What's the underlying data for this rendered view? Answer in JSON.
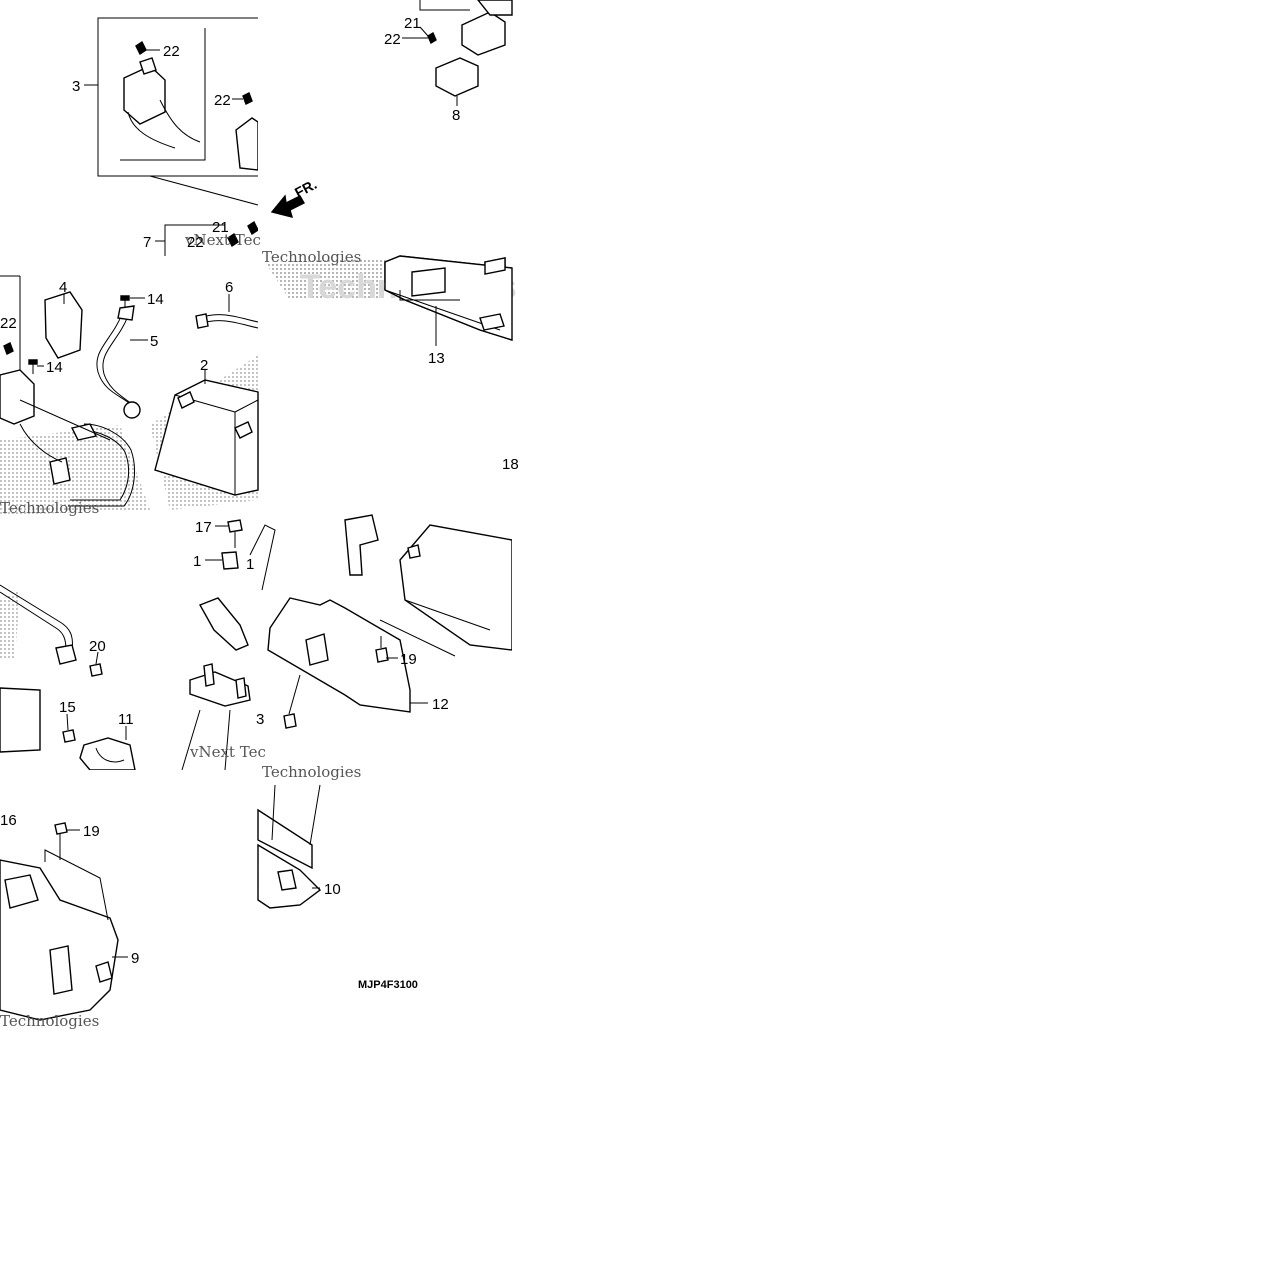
{
  "diagram_code": "MJP4F3100",
  "direction_label": "FR.",
  "watermark": {
    "lines": [
      "vNext Tec",
      "vNext Tec",
      "Technologies",
      "Technologies",
      "Technologies",
      "Technologies",
      "Technologies",
      "Technologies"
    ]
  },
  "callouts": [
    "22",
    "3",
    "22",
    "21",
    "22",
    "7",
    "21",
    "22",
    "8",
    "22",
    "4",
    "14",
    "6",
    "14",
    "5",
    "2",
    "13",
    "18",
    "17",
    "1",
    "1",
    "20",
    "19",
    "15",
    "11",
    "12",
    "3",
    "16",
    "19",
    "10",
    "9"
  ],
  "colors": {
    "line": "#000000",
    "screen": "#d0d0d0",
    "background": "#ffffff"
  }
}
